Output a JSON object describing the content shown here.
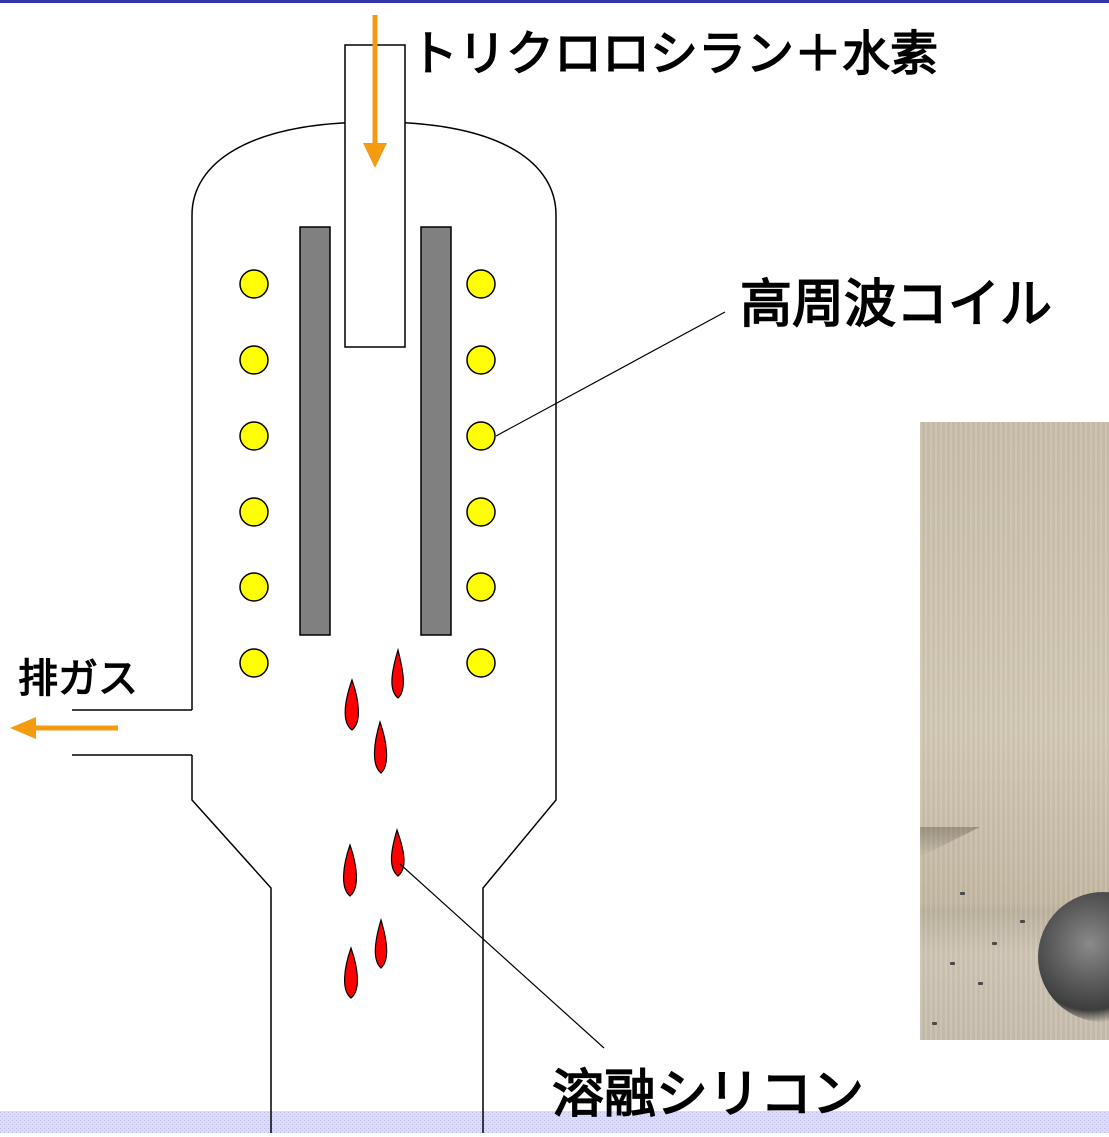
{
  "labels": {
    "feed_gas": "トリクロロシラン＋水素",
    "rf_coil": "高周波コイル",
    "exhaust_gas": "排ガス",
    "molten_silicon": "溶融シリコン"
  },
  "icons": {
    "feed_arrow": "arrow-down-icon",
    "exhaust_arrow": "arrow-left-icon"
  },
  "colors": {
    "arrow": "#F39C12",
    "coil": "#FFFF00",
    "heater": "#808080",
    "droplet": "#FF0000",
    "top_stripe": "#3333AA",
    "bottom_band": "#C8C8F0"
  }
}
